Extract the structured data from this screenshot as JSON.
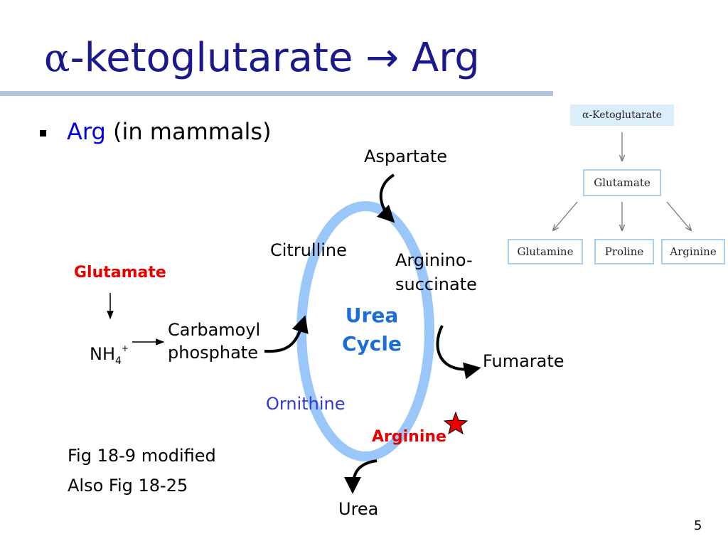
{
  "slide": {
    "title_symbol": "α",
    "title_text": "-ketoglutarate",
    "title_arrow": "→",
    "title_target": "Arg",
    "bullet_highlight": "Arg",
    "bullet_rest": " (in mammals)",
    "page_number": "5"
  },
  "cycle": {
    "center_line1": "Urea",
    "center_line2": "Cycle",
    "aspartate": "Aspartate",
    "citrulline": "Citrulline",
    "argininosuccinate_line1": "Arginino-",
    "argininosuccinate_line2": "succinate",
    "fumarate": "Fumarate",
    "ornithine": "Ornithine",
    "arginine": "Arginine",
    "urea": "Urea",
    "glutamate": "Glutamate",
    "nh4_base": "NH",
    "nh4_sub": "4",
    "nh4_sup": "+",
    "carbamoyl_line1": "Carbamoyl",
    "carbamoyl_line2": "phosphate"
  },
  "inset": {
    "keto": "α-Ketoglutarate",
    "glutamate": "Glutamate",
    "glutamine": "Glutamine",
    "proline": "Proline",
    "arginine": "Arginine"
  },
  "notes": {
    "line1": "Fig 18-9 modified",
    "line2": "Also Fig 18-25"
  },
  "colors": {
    "title": "#1a1a8c",
    "ring": "#99c7fa",
    "highlight_red": "#e60000",
    "cycle_label_blue": "#1a6fd6",
    "ornithine_blue": "#2f3bd1",
    "inset_border": "#a8cfee",
    "inset_highlight": "#dceefa"
  }
}
